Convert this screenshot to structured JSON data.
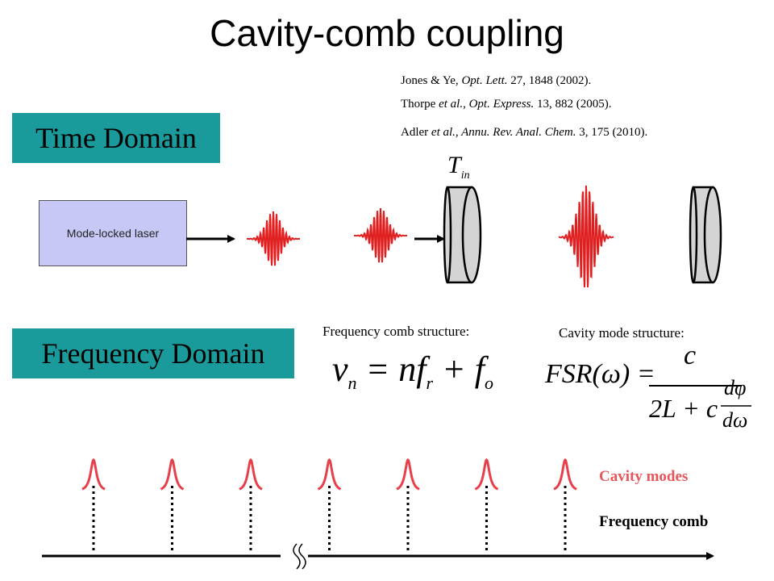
{
  "title": "Cavity-comb coupling",
  "references": [
    {
      "authors": "Jones & Ye, ",
      "journal": "Opt. Lett.",
      "details": " 27, 1848 (2002)."
    },
    {
      "authors": "Thorpe ",
      "etal": "et al.,",
      "journal": " Opt. Express.",
      "details": " 13, 882 (2005)."
    },
    {
      "authors": "Adler ",
      "etal": "et al.,",
      "journal": " Annu. Rev. Anal. Chem.",
      "details": " 3, 175  (2010)."
    }
  ],
  "time_domain": {
    "label": "Time Domain",
    "laser_label": "Mode-locked laser",
    "transmission_symbol": "T",
    "transmission_subscript": "in"
  },
  "frequency_domain": {
    "label": "Frequency Domain",
    "comb_caption": "Frequency comb structure:",
    "cavity_caption": "Cavity mode structure:",
    "comb_equation": {
      "lhs": "ν",
      "lhs_sub": "n",
      "rhs": "= nf",
      "rhs_sub1": "r",
      "rhs_mid": " + f",
      "rhs_sub2": "o"
    },
    "fsr_equation": {
      "lhs": "FSR(ω) =",
      "numerator": "c",
      "denominator_prefix": "2L + c",
      "frac_num": "dφ",
      "frac_den": "dω"
    }
  },
  "legend": {
    "cavity_modes": "Cavity modes",
    "frequency_comb": "Frequency comb"
  },
  "colors": {
    "teal": "#1a9a9a",
    "laser_box": "#c8c8f7",
    "pulse_red": "#e02020",
    "mode_red": "#e8404a",
    "mirror_gray": "#d4d4d4"
  },
  "spectrum": {
    "mode_count": 7
  }
}
